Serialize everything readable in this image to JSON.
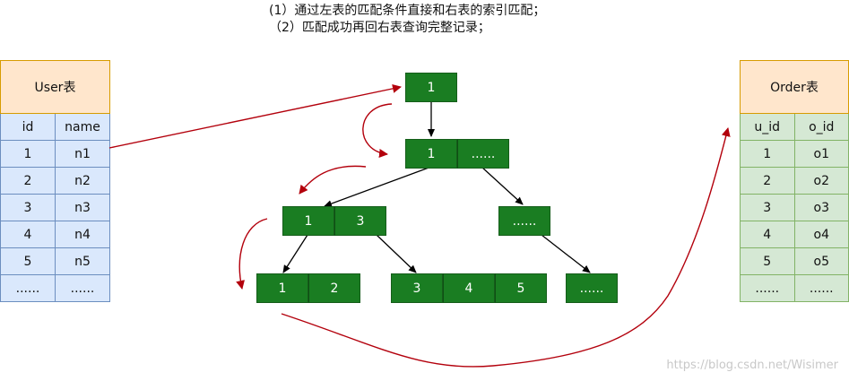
{
  "notes": [
    "(1）通过左表的匹配条件直接和右表的索引匹配；",
    "（2）匹配成功再回右表查询完整记录；"
  ],
  "user_table": {
    "title": "User表",
    "columns": [
      "id",
      "name"
    ],
    "rows": [
      [
        "1",
        "n1"
      ],
      [
        "2",
        "n2"
      ],
      [
        "3",
        "n3"
      ],
      [
        "4",
        "n4"
      ],
      [
        "5",
        "n5"
      ],
      [
        "......",
        "......"
      ]
    ]
  },
  "order_table": {
    "title": "Order表",
    "columns": [
      "u_id",
      "o_id"
    ],
    "rows": [
      [
        "1",
        "o1"
      ],
      [
        "2",
        "o2"
      ],
      [
        "3",
        "o3"
      ],
      [
        "4",
        "o4"
      ],
      [
        "5",
        "o5"
      ],
      [
        "......",
        "......"
      ]
    ]
  },
  "tree": {
    "root": [
      "1"
    ],
    "level2": [
      "1",
      "......"
    ],
    "level3_left": [
      "1",
      "3"
    ],
    "level3_right": [
      "......"
    ],
    "leaf_a": [
      "1",
      "2"
    ],
    "leaf_b": [
      "3",
      "4",
      "5"
    ],
    "leaf_c": [
      "......"
    ]
  },
  "colors": {
    "node_fill": "#1a7d22",
    "arrow_red": "#b3000c",
    "user_header": "#ffe6cc",
    "user_body": "#dae8fc",
    "order_body": "#d5e8d4"
  },
  "watermark": "https://blog.csdn.net/Wisimer"
}
